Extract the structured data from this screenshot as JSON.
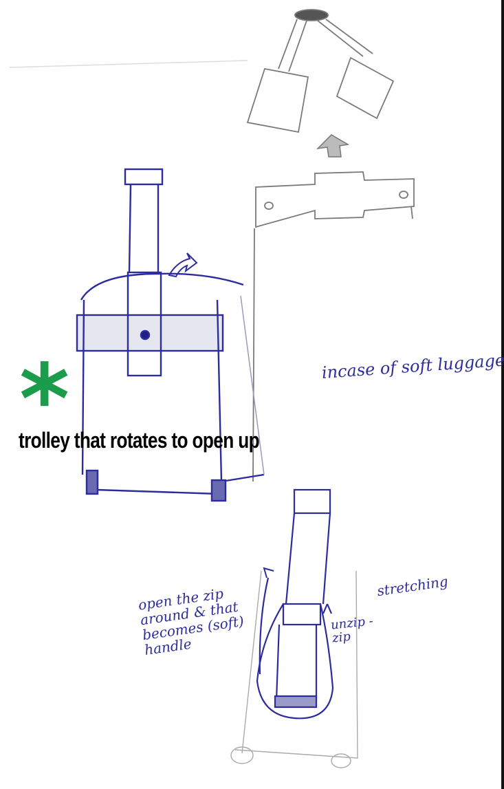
{
  "annotations": {
    "soft_luggage": "incase of soft luggage",
    "stretching": "stretching",
    "unzip": "unzip - zip",
    "open_zip": "open the zip around & that becomes (soft) handle"
  },
  "caption": {
    "star": "*",
    "text": "trolley that rotates to open up"
  },
  "colors": {
    "ink": "#2c2c9e",
    "pencil": "#8a8a8a",
    "accent": "#1a9c4a",
    "caption": "#000000"
  }
}
